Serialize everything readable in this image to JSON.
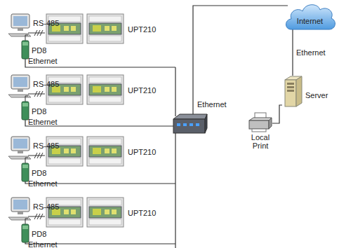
{
  "diagram": {
    "nodes": [
      {
        "text": [
          "Internet"
        ]
      },
      {
        "text": [
          "Server"
        ]
      },
      {
        "text": [
          "Local Print"
        ]
      }
    ],
    "edges": [
      {
        "from": 0,
        "to": 1,
        "arrow": "none",
        "label": "Ethernet"
      }
    ],
    "labels": [
      "RS-485",
      "PD8",
      "UPT210",
      "Ethernet",
      "RS-485",
      "PD8",
      "UPT210",
      "Ethernet",
      "RS-485",
      "PD8",
      "UPT210",
      "Ethernet",
      "RS-485",
      "PD8",
      "UPT210",
      "Ethernet",
      "Ethernet"
    ]
  }
}
